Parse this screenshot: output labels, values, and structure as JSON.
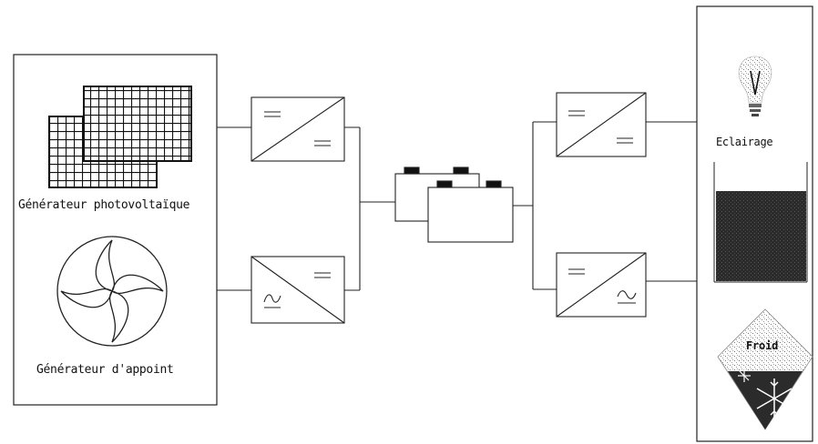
{
  "generators": {
    "photovoltaic_label": "Générateur photovoltaïque",
    "backup_label": "Générateur d'appoint"
  },
  "loads": {
    "lighting_label": "Eclairage",
    "cold_label": "Froid"
  },
  "icons": {
    "pv_panel": "solar-panel-icon",
    "wind_turbine": "wind-turbine-icon",
    "battery": "battery-icon",
    "converter": "converter-icon",
    "bulb": "lightbulb-icon",
    "snowflake": "snowflake-icon"
  },
  "colors": {
    "line": "#222222",
    "dark_fill": "#2b2b2b",
    "grey_fill": "#8a8a8a"
  }
}
